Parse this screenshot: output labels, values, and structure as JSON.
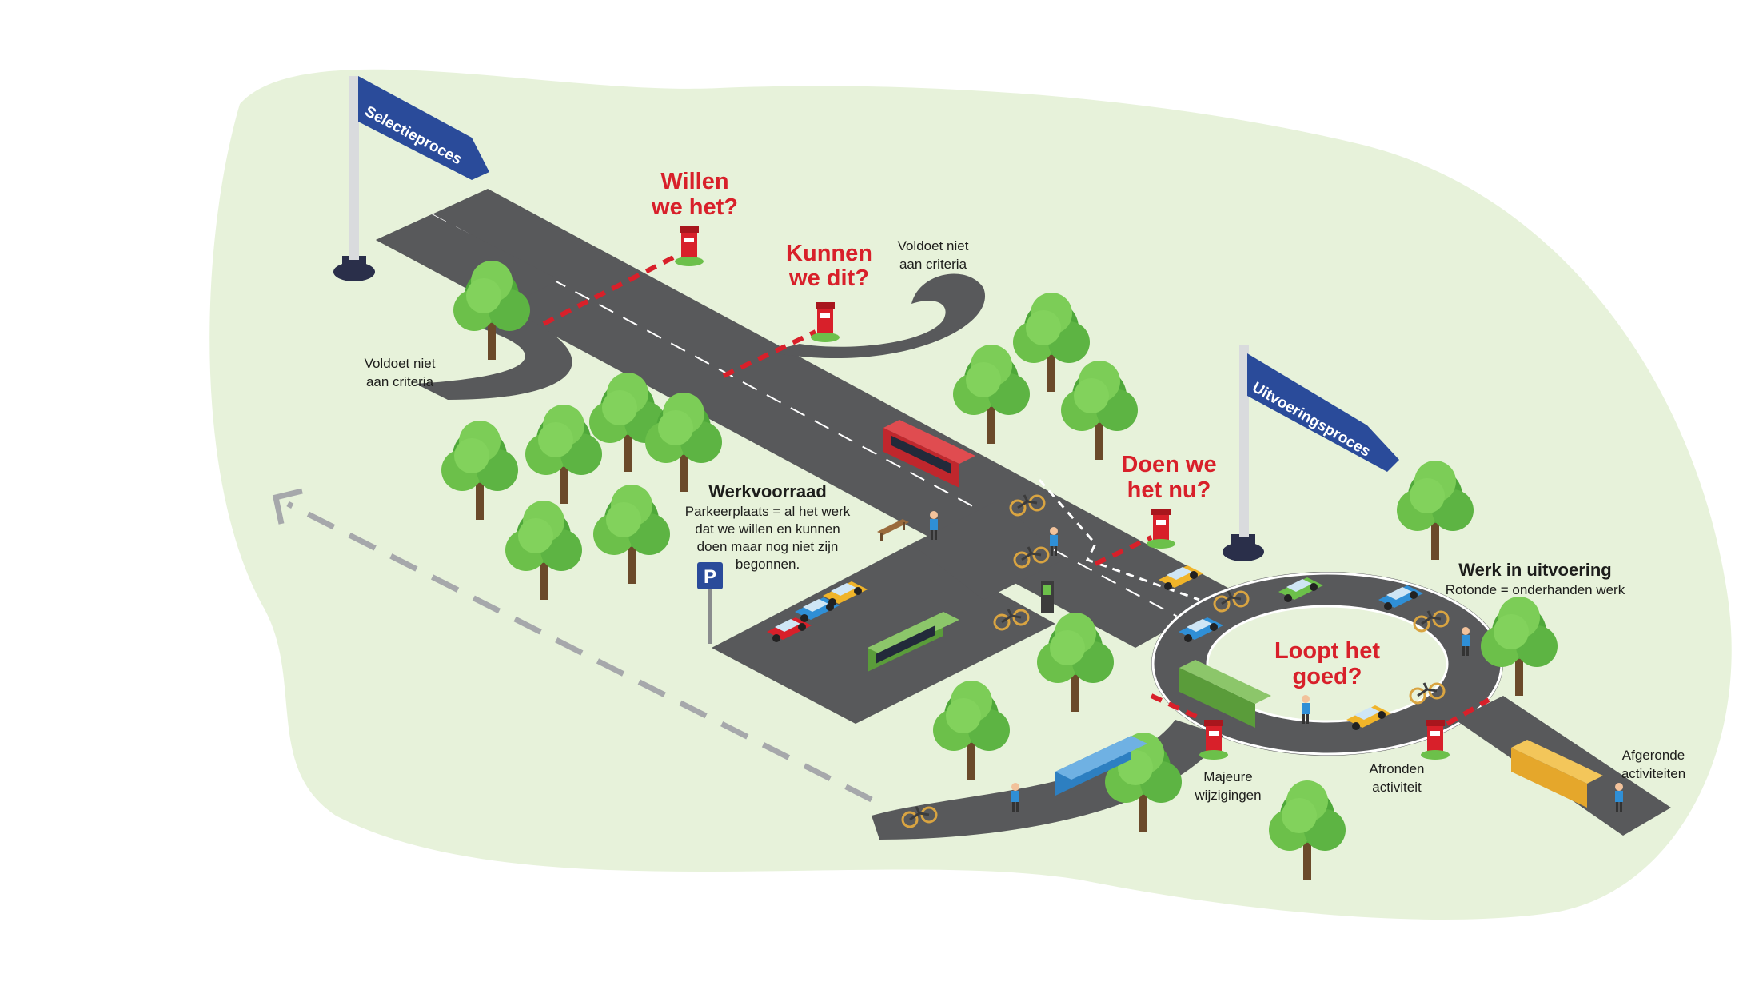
{
  "signs": {
    "selection": "Selectieproces",
    "execution": "Uitvoeringsproces"
  },
  "questions": {
    "want_line1": "Willen",
    "want_line2": "we het?",
    "can_line1": "Kunnen",
    "can_line2": "we dit?",
    "now_line1": "Doen we",
    "now_line2": "het nu?",
    "good_line1": "Loopt het",
    "good_line2": "goed?"
  },
  "notes": {
    "reject_top_line1": "Voldoet niet",
    "reject_top_line2": "aan criteria",
    "reject_left_line1": "Voldoet niet",
    "reject_left_line2": "aan criteria",
    "major_line1": "Majeure",
    "major_line2": "wijzigingen",
    "finish_line1": "Afronden",
    "finish_line2": "activiteit",
    "done_line1": "Afgeronde",
    "done_line2": "activiteiten"
  },
  "backlog": {
    "title": "Werkvoorraad",
    "line1": "Parkeerplaats = al het werk",
    "line2": "dat we willen en kunnen",
    "line3": "doen maar nog niet zijn",
    "line4": "begonnen."
  },
  "wip": {
    "title": "Werk in uitvoering",
    "subtitle": "Rotonde = onderhanden werk"
  },
  "parking_sign": "P",
  "colors": {
    "background_blob": "#e7f2da",
    "road": "#58595b",
    "road_edge": "#ffffff",
    "sign_blue": "#2a4b9a",
    "question_red": "#d8202a",
    "tree_green": "#6cc04a",
    "trunk": "#6b4a2a"
  },
  "icons": [
    "flag-sign-icon",
    "tree-icon",
    "bus-icon",
    "car-icon",
    "barrier-icon",
    "parking-sign-icon",
    "bicycle-icon",
    "person-icon",
    "bench-icon",
    "charging-station-icon",
    "return-arrow-icon"
  ]
}
